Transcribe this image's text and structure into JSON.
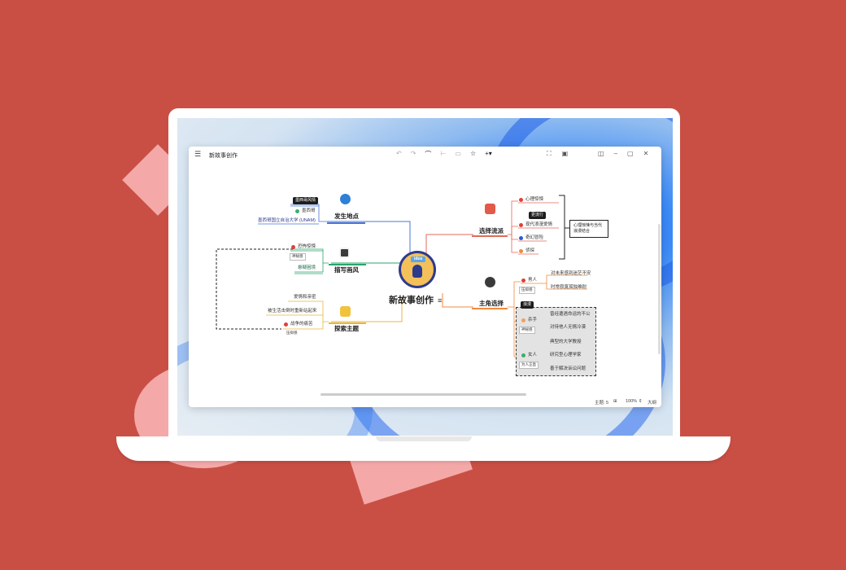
{
  "window": {
    "title": "新故事创作",
    "menu_icon": "hamburger-icon",
    "toolbar_icons": [
      "undo-icon",
      "redo-icon",
      "style-icon",
      "branch-icon",
      "outline-icon",
      "star-icon",
      "add-icon"
    ],
    "right_icons": [
      "fullscreen-icon",
      "present-icon",
      "sidebar-icon"
    ],
    "window_buttons": [
      "minimize-icon",
      "maximize-icon",
      "close-icon"
    ]
  },
  "status": {
    "topic_count": "主题: 5",
    "zoom": "100%",
    "outline": "大纲"
  },
  "mindmap": {
    "center": "新故事创作",
    "center_badge": "idea",
    "branches": {
      "location": {
        "label": "发生地点",
        "tag": "墨西哥风情",
        "children": [
          "墨西哥",
          "墨西哥国立自治大学 (UNAM)"
        ]
      },
      "style": {
        "label": "描写画风",
        "children": [
          "恐怖惊悚",
          "悬疑困境"
        ],
        "note": "神秘感"
      },
      "theme": {
        "label": "探索主题",
        "children": [
          "爱情和亲密",
          "被生活击倒时重新站起来",
          "战争的痛苦"
        ],
        "note": "压抑感"
      },
      "genre": {
        "label": "选择流派",
        "tag": "更流行",
        "children": [
          "心理惊悚",
          "现代浪漫爱情",
          "奇幻冒险",
          "侦探"
        ],
        "summary": "心理惊悚与当代浪漫结合"
      },
      "protagonist": {
        "label": "主角选择",
        "tag": "浪漫",
        "man": {
          "label": "男人",
          "note": "压抑感",
          "children": [
            "对未来感到迷茫不安",
            "时常寂寞孤独难耐"
          ]
        },
        "killer": {
          "label": "杀手",
          "note": "神秘感",
          "children": [
            "曾经遭遇命运的不公",
            "对待他人无情冷漠"
          ]
        },
        "woman": {
          "label": "女人",
          "note": "为人正直",
          "children": [
            "典型的大学教授",
            "研究型心理学家",
            "善于解决诉讼问题"
          ]
        }
      }
    }
  }
}
